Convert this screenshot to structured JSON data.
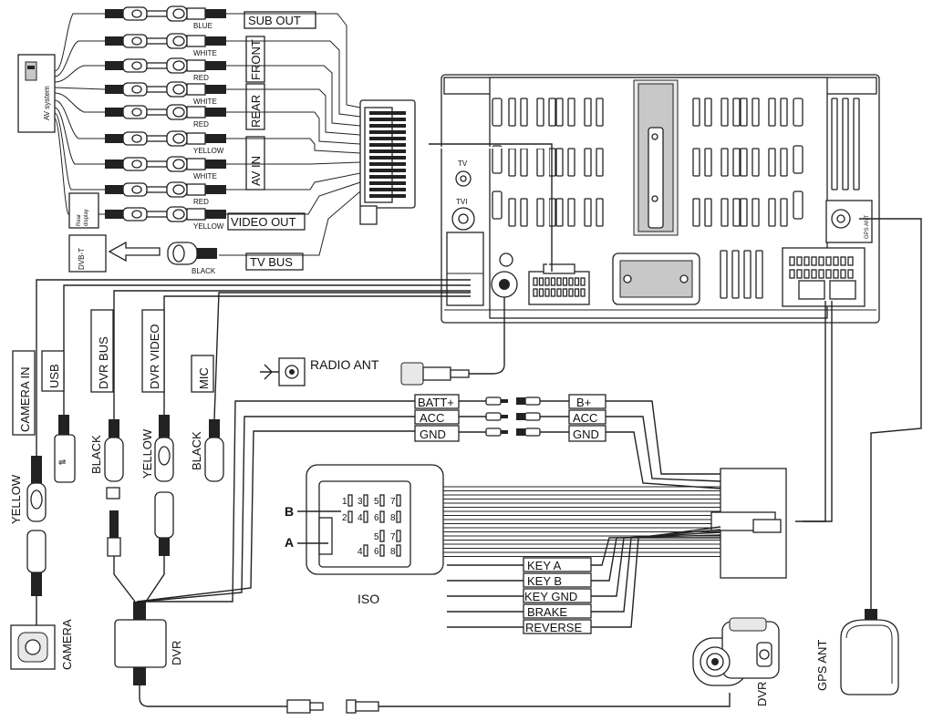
{
  "av_system": {
    "label": "AV system"
  },
  "rca_groups": {
    "sub_out": "SUB OUT",
    "front": "FRONT",
    "rear": "REAR",
    "av_in": "AV IN",
    "video_out": "VIDEO OUT",
    "tv_bus": "TV BUS"
  },
  "rca_colors": [
    "BLUE",
    "WHITE",
    "RED",
    "WHITE",
    "RED",
    "YELLOW",
    "WHITE",
    "RED",
    "YELLOW"
  ],
  "tv_bus_color": "BLACK",
  "rear_display": {
    "line1": "Rear",
    "line2": "display"
  },
  "dvbt": "DVB-T",
  "head_unit": {
    "tv": "TV",
    "tvi": "TVI",
    "gps_ant_port": "GPS ANT"
  },
  "cables": {
    "camera_in": "CAMERA IN",
    "usb": "USB",
    "dvr_bus": "DVR BUS",
    "dvr_video": "DVR VIDEO",
    "mic": "MIC"
  },
  "cable_colors": {
    "camera": "YELLOW",
    "dvr_bus": "BLACK",
    "dvr_video": "YELLOW",
    "mic": "BLACK"
  },
  "radio_ant": "RADIO ANT",
  "power": {
    "left": [
      "BATT+",
      "ACC",
      "GND"
    ],
    "right": [
      "B+",
      "ACC",
      "GND"
    ]
  },
  "iso": {
    "label": "ISO",
    "row_b": "B",
    "row_a": "A",
    "b_pins": [
      "1",
      "3",
      "5",
      "7",
      "2",
      "4",
      "6",
      "8"
    ],
    "a_pins": [
      "5",
      "7",
      "4",
      "6",
      "8"
    ]
  },
  "controls": [
    "KEY A",
    "KEY B",
    "KEY GND",
    "BRAKE",
    "REVERSE"
  ],
  "camera": "CAMERA",
  "dvr_box": "DVR",
  "dvr_cam": "DVR",
  "gps_ant": "GPS ANT"
}
